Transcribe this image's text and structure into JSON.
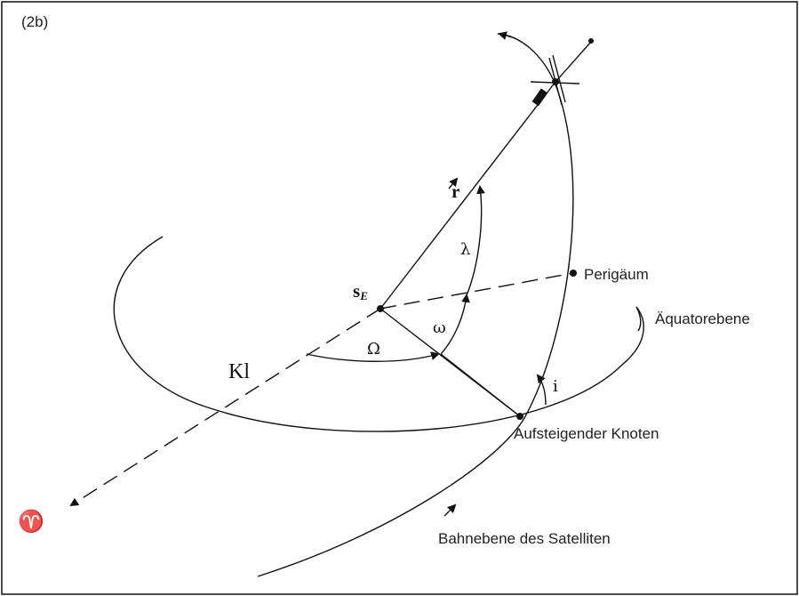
{
  "figure": {
    "panel_label": "(2b)",
    "labels": {
      "earth_center": "s",
      "earth_center_sub": "E",
      "radius_vector": "r",
      "argument_of_latitude": "λ",
      "argument_of_perigee": "ω",
      "raan": "Ω",
      "inclination": "i",
      "reference_axis": "Kl",
      "vernal_equinox": "♈",
      "perigee": "Perigäum",
      "equatorial_plane": "Äquatorebene",
      "ascending_node": "Aufsteigender Knoten",
      "orbital_plane": "Bahnebene des Satelliten"
    }
  }
}
